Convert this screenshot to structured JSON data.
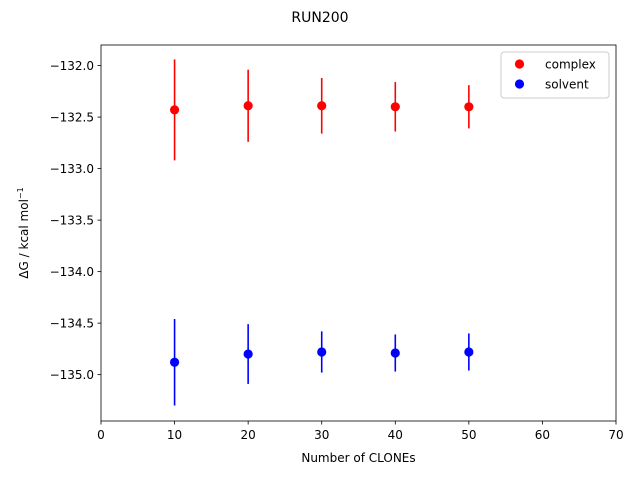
{
  "chart_data": {
    "type": "scatter",
    "title": "RUN200",
    "xlabel": "Number of CLONEs",
    "ylabel": "ΔG / kcal mol",
    "ylabel_sup": "−1",
    "xlim": [
      0,
      70
    ],
    "ylim": [
      -135.45,
      -131.8
    ],
    "xticks": [
      0,
      10,
      20,
      30,
      40,
      50,
      60,
      70
    ],
    "xtick_labels": [
      "0",
      "10",
      "20",
      "30",
      "40",
      "50",
      "60",
      "70"
    ],
    "yticks": [
      -132.0,
      -132.5,
      -133.0,
      -133.5,
      -134.0,
      -134.5,
      -135.0
    ],
    "ytick_labels": [
      "−132.0",
      "−132.5",
      "−133.0",
      "−133.5",
      "−134.0",
      "−134.5",
      "−135.0"
    ],
    "grid": false,
    "legend_position": "top-right",
    "series": [
      {
        "name": "complex",
        "color": "#ff0000",
        "x": [
          10,
          20,
          30,
          40,
          50
        ],
        "y": [
          -132.43,
          -132.39,
          -132.39,
          -132.4,
          -132.4
        ],
        "err": [
          0.49,
          0.35,
          0.27,
          0.24,
          0.21
        ]
      },
      {
        "name": "solvent",
        "color": "#0000ff",
        "x": [
          10,
          20,
          30,
          40,
          50
        ],
        "y": [
          -134.88,
          -134.8,
          -134.78,
          -134.79,
          -134.78
        ],
        "err": [
          0.42,
          0.29,
          0.2,
          0.18,
          0.18
        ]
      }
    ]
  }
}
